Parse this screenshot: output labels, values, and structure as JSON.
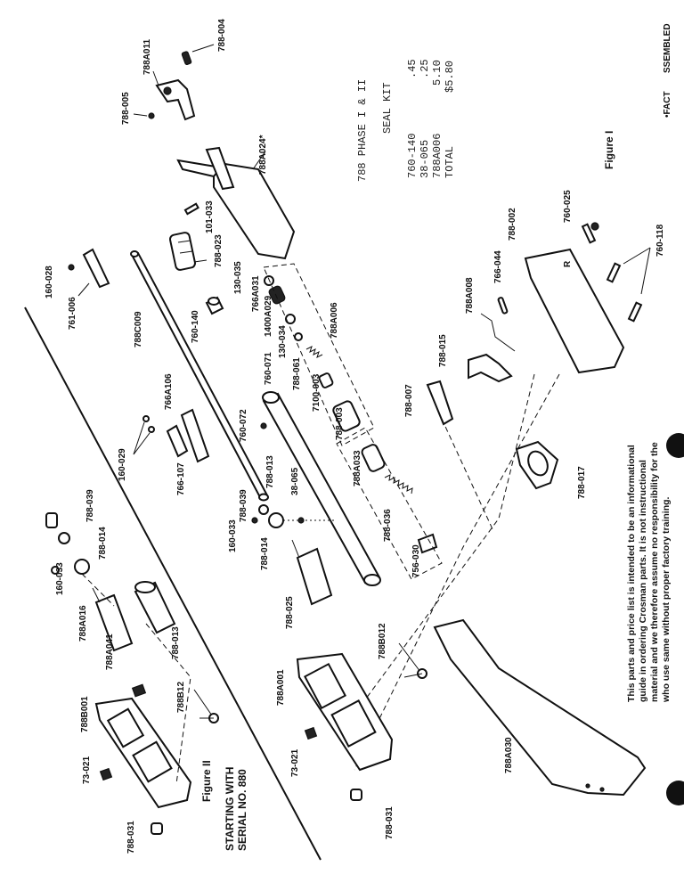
{
  "seal_kit": {
    "title_line1": "788 PHASE I & II",
    "title_line2": "SEAL  KIT",
    "rows": [
      {
        "part": "760-140",
        "price": ".45"
      },
      {
        "part": "38-065",
        "price": ".25"
      },
      {
        "part": "788A006",
        "price": "5.10"
      },
      {
        "part": "TOTAL",
        "price": "$5.80"
      }
    ]
  },
  "figure1_label": "Figure I",
  "figure2_label": "Figure II",
  "serial_line1": "STARTING WITH",
  "serial_line2": "SERIAL NO. 880",
  "factory_text": "•FACT",
  "assembled_text": "SSEMBLED",
  "disclaimer": [
    "This parts and price list is intended to be an informational",
    "guide in ordering Crosman parts. It is not instructional",
    "material and we therefore assume no responsibility for the",
    "who use same without proper factory training."
  ],
  "part_labels": [
    "788-004",
    "788A011",
    "788-005",
    "788A024*",
    "101-033",
    "788-023",
    "130-035",
    "766A031",
    "1400A029",
    "130-034",
    "160-028",
    "761-006",
    "788C009",
    "760-140",
    "788A006",
    "788-061",
    "7100-003",
    "760-071",
    "766A106",
    "760-072",
    "788-003",
    "160-029",
    "766-107",
    "788-013",
    "788A033",
    "788-039",
    "38-065",
    "160-033",
    "788-014",
    "788-036",
    "756-030",
    "788-025",
    "788-039",
    "788-014",
    "160-033",
    "788A016",
    "788-013",
    "788A041",
    "788B001",
    "788B12",
    "73-021",
    "788-031",
    "788A001",
    "788B012",
    "73-021",
    "788-031",
    "788A030",
    "788-002",
    "760-025",
    "766-044",
    "788A008",
    "788-015",
    "788-007",
    "760-118",
    "788-017"
  ]
}
